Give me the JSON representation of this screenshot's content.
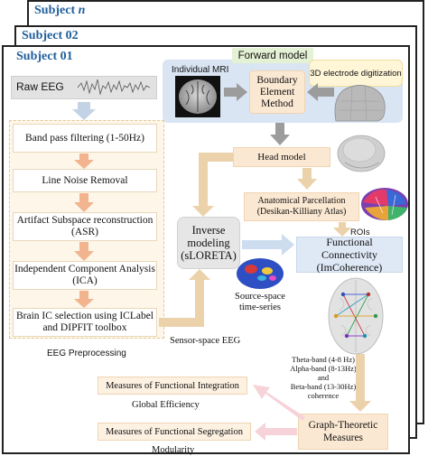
{
  "subjects": {
    "n_prefix": "Subject ",
    "n_var": "n",
    "s02": "Subject 02",
    "s01": "Subject 01"
  },
  "forward_model": {
    "title": "Forward model",
    "mri_label": "Individual MRI",
    "bem_label": "Boundary Element Method",
    "electrode_label": "3D electrode digitization"
  },
  "preprocessing": {
    "raw_eeg": "Raw EEG",
    "steps": [
      "Band pass filtering (1-50Hz)",
      "Line Noise Removal",
      "Artifact Subspace reconstruction (ASR)",
      "Independent Component Analysis (ICA)",
      "Brain IC selection using ICLabel and DIPFIT toolbox"
    ],
    "caption": "EEG Preprocessing"
  },
  "head_model": "Head model",
  "parcellation": "Anatomical Parcellation (Desikan-Killiany Atlas)",
  "rois": "ROIs",
  "inverse": "Inverse modeling (sLORETA)",
  "functional_connectivity": "Functional Connectivity (ImCoherence)",
  "source_space": "Source-space time-series",
  "sensor_space": "Sensor-space EEG",
  "bands": [
    "Theta-band (4-8 Hz)",
    "Alpha-band (8-13Hz)",
    "and",
    "Beta-band (13-30Hz)",
    "coherence"
  ],
  "graph_measures": "Graph-Theoretic Measures",
  "integration": {
    "title": "Measures of Functional Integration",
    "metric": "Global Efficiency"
  },
  "segregation": {
    "title": "Measures of Functional Segregation",
    "metric": "Modularity"
  },
  "colors": {
    "subject_title": "#1f5e9c",
    "forward_bg": "#d9e5f3",
    "forward_title_bg": "#e4f1d4",
    "arrow_gray": "#9c9c9c",
    "arrow_tan": "#ecd2ab",
    "arrow_orange": "#f2b48e",
    "box_peach": "#fbe8d2",
    "preprocess_bg": "#fdf6e9",
    "fc_bg": "#dfe9f6",
    "inverse_bg": "#e6e6e6"
  },
  "icons": [
    "brain-mri-icon",
    "head-mesh-icon",
    "head-model-icon",
    "parcellation-brain-icon",
    "source-brain-icon",
    "connectivity-brain-icon",
    "eeg-signal-icon"
  ]
}
